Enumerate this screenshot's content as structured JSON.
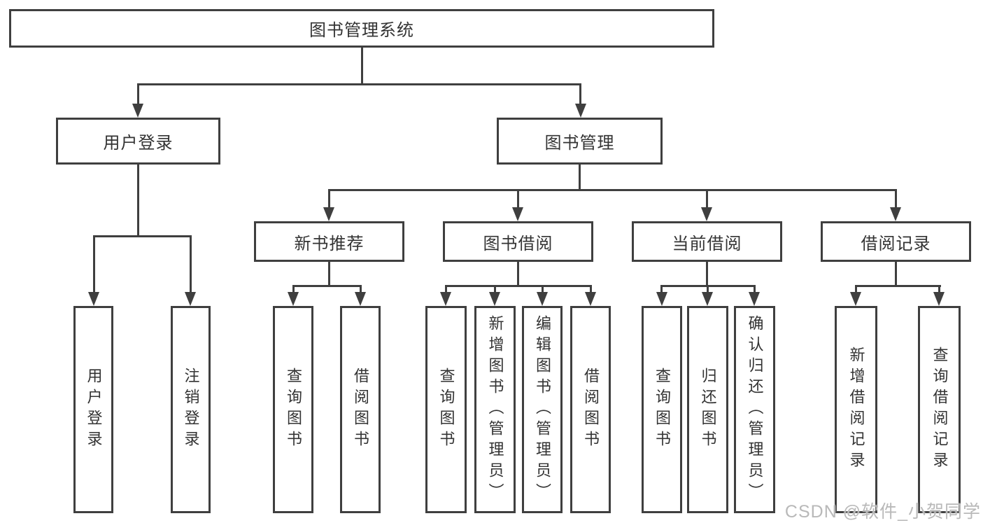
{
  "diagram": {
    "root": {
      "label": "图书管理系统"
    },
    "branches": [
      {
        "label": "用户登录",
        "children": [
          {
            "label": "用户登录"
          },
          {
            "label": "注销登录"
          }
        ]
      },
      {
        "label": "图书管理",
        "children": [
          {
            "label": "新书推荐",
            "children": [
              {
                "label": "查询图书"
              },
              {
                "label": "借阅图书"
              }
            ]
          },
          {
            "label": "图书借阅",
            "children": [
              {
                "label": "查询图书"
              },
              {
                "label": "新增图书（管理员）"
              },
              {
                "label": "编辑图书（管理员）"
              },
              {
                "label": "借阅图书"
              }
            ]
          },
          {
            "label": "当前借阅",
            "children": [
              {
                "label": "查询图书"
              },
              {
                "label": "归还图书"
              },
              {
                "label": "确认归还（管理员）"
              }
            ]
          },
          {
            "label": "借阅记录",
            "children": [
              {
                "label": "新增借阅记录"
              },
              {
                "label": "查询借阅记录"
              }
            ]
          }
        ]
      }
    ]
  },
  "watermark": {
    "text": "CSDN @软件_小贺同学"
  },
  "colors": {
    "line": "#3f3f3f",
    "text": "#333333",
    "watermark": "#b9b9b9",
    "background": "#ffffff"
  }
}
